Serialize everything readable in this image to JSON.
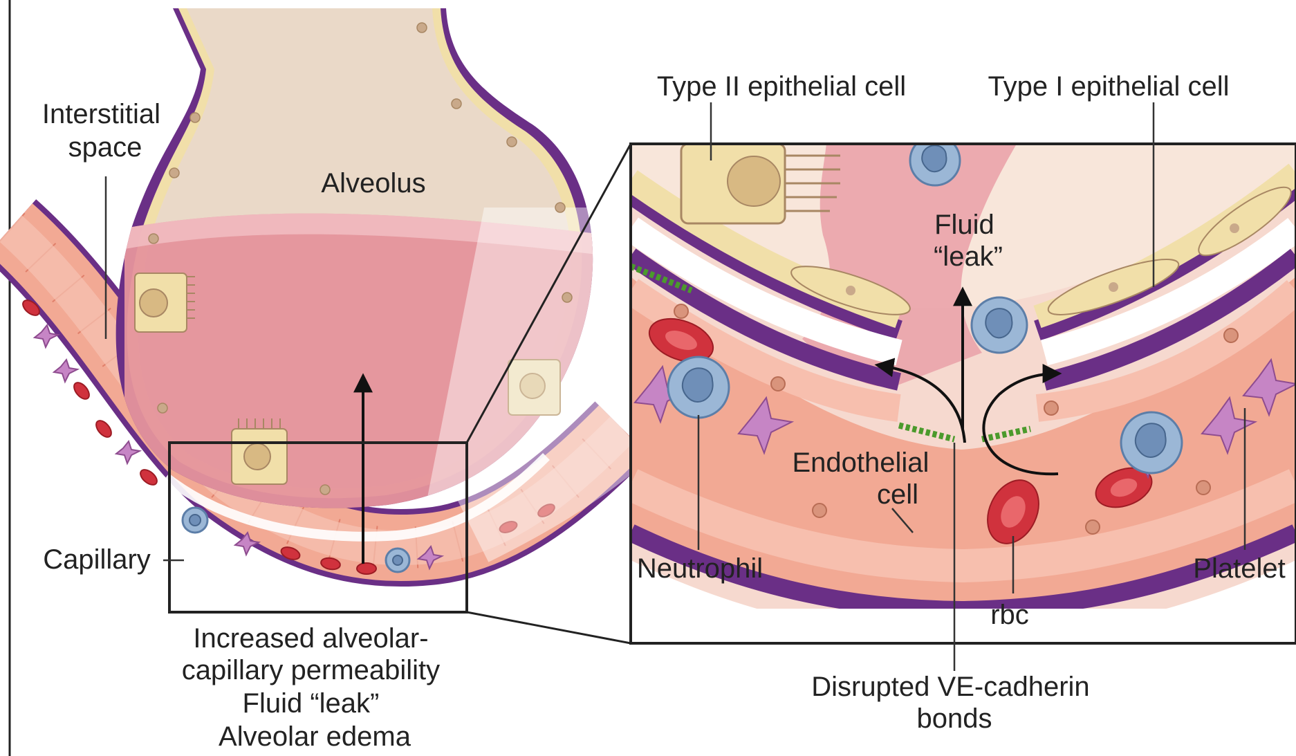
{
  "labels": {
    "interstitial_space": [
      "Interstitial",
      "space"
    ],
    "alveolus": "Alveolus",
    "capillary": "Capillary",
    "permeability_caption": [
      "Increased alveolar-",
      "capillary permeability",
      "Fluid “leak”",
      "Alveolar edema"
    ],
    "type2_cell": "Type II epithelial cell",
    "type1_cell": "Type I epithelial cell",
    "fluid_leak": [
      "Fluid",
      "“leak”"
    ],
    "endothelial_cell": [
      "Endothelial",
      "cell"
    ],
    "neutrophil": "Neutrophil",
    "platelet": "Platelet",
    "rbc": "rbc",
    "ve_cadherin": [
      "Disrupted VE-cadherin",
      "bonds"
    ]
  },
  "colors": {
    "vessel_wall": "#6a2f86",
    "capillary_fill": "#f2a994",
    "alveolus_air": "#ead9c8",
    "edema_fluid": "#e5939c",
    "epithelial_cell": "#f1dfa9",
    "rbc": "#d0323d",
    "neutrophil": "#9bb7d6",
    "platelet": "#c685c5",
    "ve_cadherin": "#4b9a2c"
  }
}
